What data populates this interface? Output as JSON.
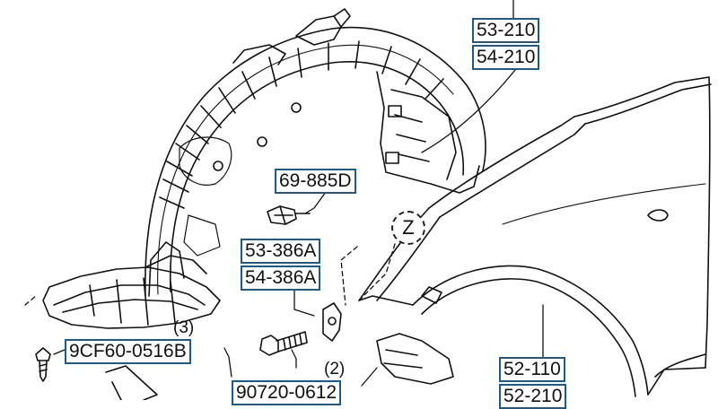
{
  "callouts": {
    "c53_210": "53-210",
    "c54_210": "54-210",
    "c69_885d": "69-885D",
    "c53_386a": "53-386A",
    "c54_386a": "54-386A",
    "c9cf60": "9CF60-0516B",
    "c90720": "90720-0612",
    "c52_110": "52-110",
    "c52_210": "52-210"
  },
  "quantities": {
    "q3": "(3)",
    "q2": "(2)"
  },
  "view_marker": "Z",
  "colors": {
    "callout_border": "#1f5a86",
    "line": "#111111"
  }
}
